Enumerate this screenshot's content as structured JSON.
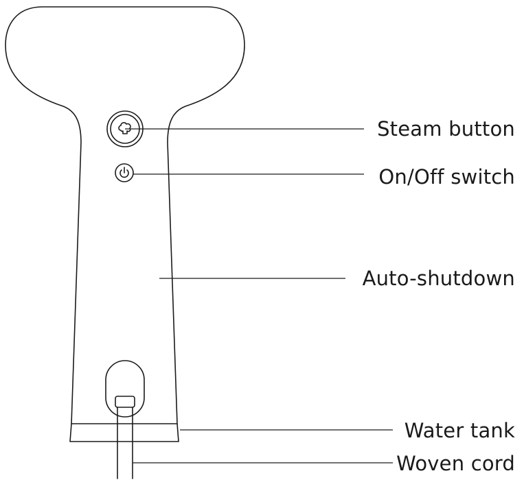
{
  "labels": {
    "steam_button": "Steam button",
    "on_off_switch": "On/Off switch",
    "auto_shutdown": "Auto-shutdown",
    "water_tank": "Water tank",
    "woven_cord": "Woven cord"
  },
  "icons": {
    "steam": "steam-icon",
    "power": "power-icon"
  },
  "colors": {
    "line": "#1a1a1a",
    "background": "#ffffff"
  }
}
